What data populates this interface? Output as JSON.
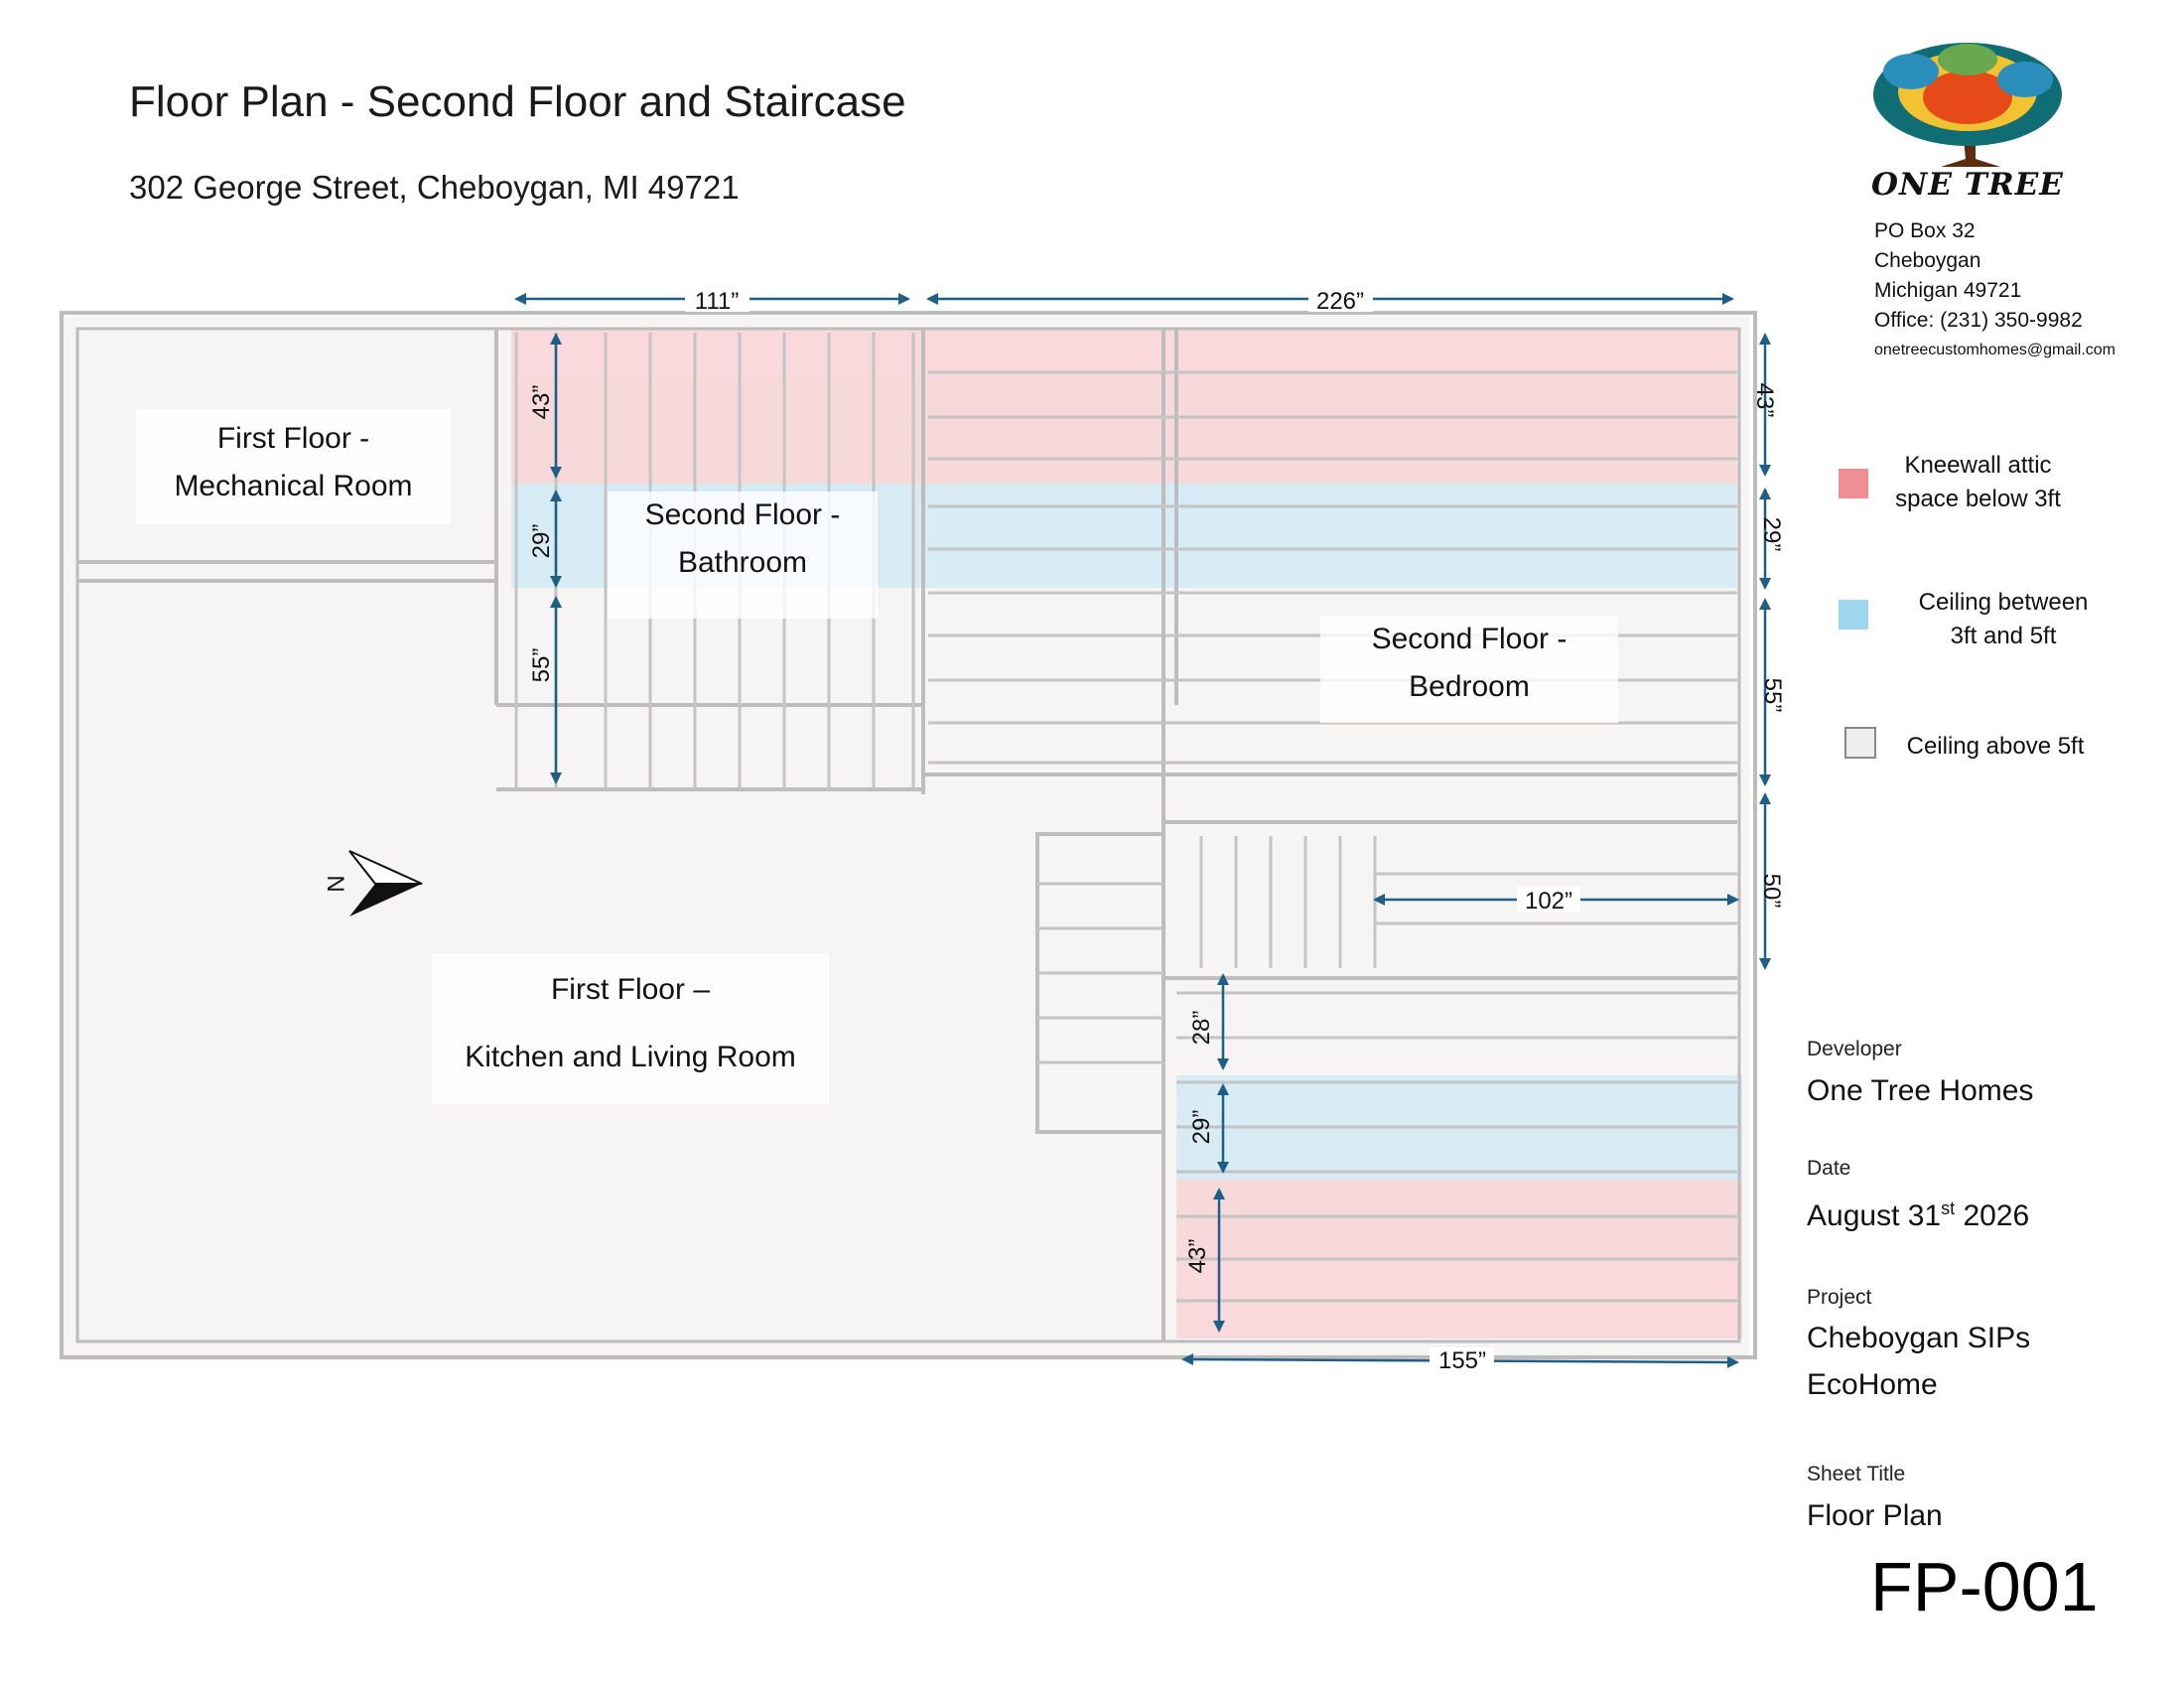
{
  "header": {
    "title": "Floor Plan - Second Floor and Staircase",
    "address": "302 George Street, Cheboygan, MI 49721"
  },
  "company": {
    "logo_text": "ONE TREE",
    "po_box": "PO Box 32",
    "city": "Cheboygan",
    "state_zip": "Michigan 49721",
    "office": "Office: (231) 350-9982",
    "email": "onetreecustomhomes@gmail.com"
  },
  "legend": [
    {
      "label_line1": "Kneewall attic",
      "label_line2": "space below 3ft",
      "color": "#f08f93"
    },
    {
      "label_line1": "Ceiling between",
      "label_line2": "3ft and 5ft",
      "color": "#9fd6ef"
    },
    {
      "label_line1": "Ceiling above 5ft",
      "label_line2": "",
      "color": "#eeeeee"
    }
  ],
  "rooms": {
    "mechanical_line1": "First Floor -",
    "mechanical_line2": "Mechanical Room",
    "bathroom_line1": "Second Floor -",
    "bathroom_line2": "Bathroom",
    "bedroom_line1": "Second Floor -",
    "bedroom_line2": "Bedroom",
    "kitchen_line1": "First Floor –",
    "kitchen_line2": "Kitchen and Living Room"
  },
  "dimensions": {
    "top_left": "111”",
    "top_right": "226”",
    "bath_43": "43”",
    "bath_29": "29”",
    "bath_55": "55”",
    "right_43": "43”",
    "right_29": "29”",
    "right_55": "55”",
    "right_50": "50”",
    "stair_102": "102”",
    "low_28": "28”",
    "low_29": "29”",
    "low_43": "43”",
    "bottom_155": "155”"
  },
  "compass": {
    "label": "N"
  },
  "title_block": {
    "developer_label": "Developer",
    "developer_value": "One Tree Homes",
    "date_label": "Date",
    "date_value_pre": "August 31",
    "date_value_sup": "st",
    "date_value_post": " 2026",
    "project_label": "Project",
    "project_line1": "Cheboygan SIPs",
    "project_line2": "EcoHome",
    "sheet_title_label": "Sheet Title",
    "sheet_title_value": "Floor Plan",
    "sheet_number": "FP-001"
  },
  "colors": {
    "kneewall": "#f08f93",
    "ceiling_mid": "#9fd6ef",
    "dimension_line": "#1f5f87",
    "wall": "#b5b5b5"
  }
}
